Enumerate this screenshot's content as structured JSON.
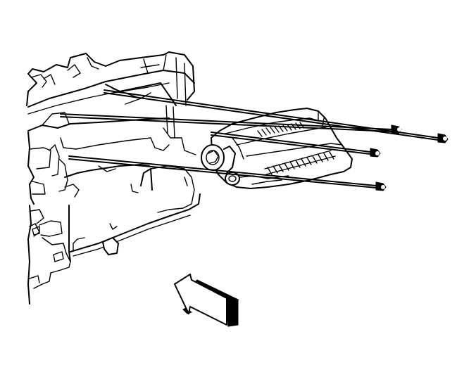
{
  "figure": {
    "colors": {
      "line": "#000000",
      "background": "#ffffff"
    },
    "parts": [
      "instrument-panel-carrier",
      "module-assembly",
      "mounting-screw",
      "direction-arrow"
    ],
    "screw_count": 4
  }
}
